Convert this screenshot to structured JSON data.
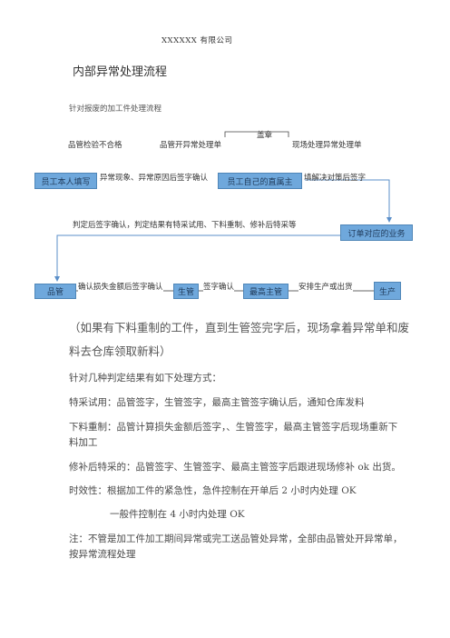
{
  "company": "XXXXXX 有限公司",
  "title": "内部异常处理流程",
  "subtitle": "针对报废的加工件处理流程",
  "flow": {
    "stamp_label": "盖章",
    "row1": [
      "品管检验不合格",
      "品管开异常处理单",
      "现场处理异常处理单"
    ],
    "boxes": {
      "employee_fill": "员工本人填写",
      "direct_supervisor": "员工自己的直属主",
      "order_business": "订单对应的业务",
      "qc": "品管",
      "production_supervisor": "生管",
      "top_supervisor": "最高主管",
      "production": "生产"
    },
    "labels": {
      "sign_reason": "异常现象、异常原因后签字确认",
      "fill_solution": "填解决对策后签字",
      "judgement": "判定后签字确认，判定结果有特采试用、下料重制、修补后特采等",
      "confirm_loss": "确认损失金额后签字确认",
      "sign_confirm": "签字确认",
      "arrange_production": "安排生产或出货"
    }
  },
  "note": "（如果有下料重制的工件，直到生管签完字后，现场拿着异常单和废料去仓库领取新料）",
  "note_lines": [
    "（如果有下料重制的工件，直到生管签完字后，现场拿着异常单和废",
    "料去仓库领取新料）"
  ],
  "body": {
    "intro": "针对几种判定结果有如下处理方式：",
    "special_use": "特采试用：品管签字，生管签字，最高主管签字确认后，通知仓库发料",
    "rework_lines": [
      "下料重制：品管计算损失金额后签字，、生管签字，最高主管签字后现场重新下",
      "料加工"
    ],
    "repair": "修补后特采的：品管签字、生管签字、最高主管签字后跟进现场修补 ok 出货。",
    "timeliness": "时效性：根据加工件的紧急性，急件控制在开单后 2 小时内处理 OK",
    "general": "一般件控制在 4 小时内处理 OK",
    "remark_lines": [
      "注：不管是加工件加工期间异常或完工送品管处异常，全部由品管处开异常单，",
      "按异常流程处理"
    ]
  }
}
